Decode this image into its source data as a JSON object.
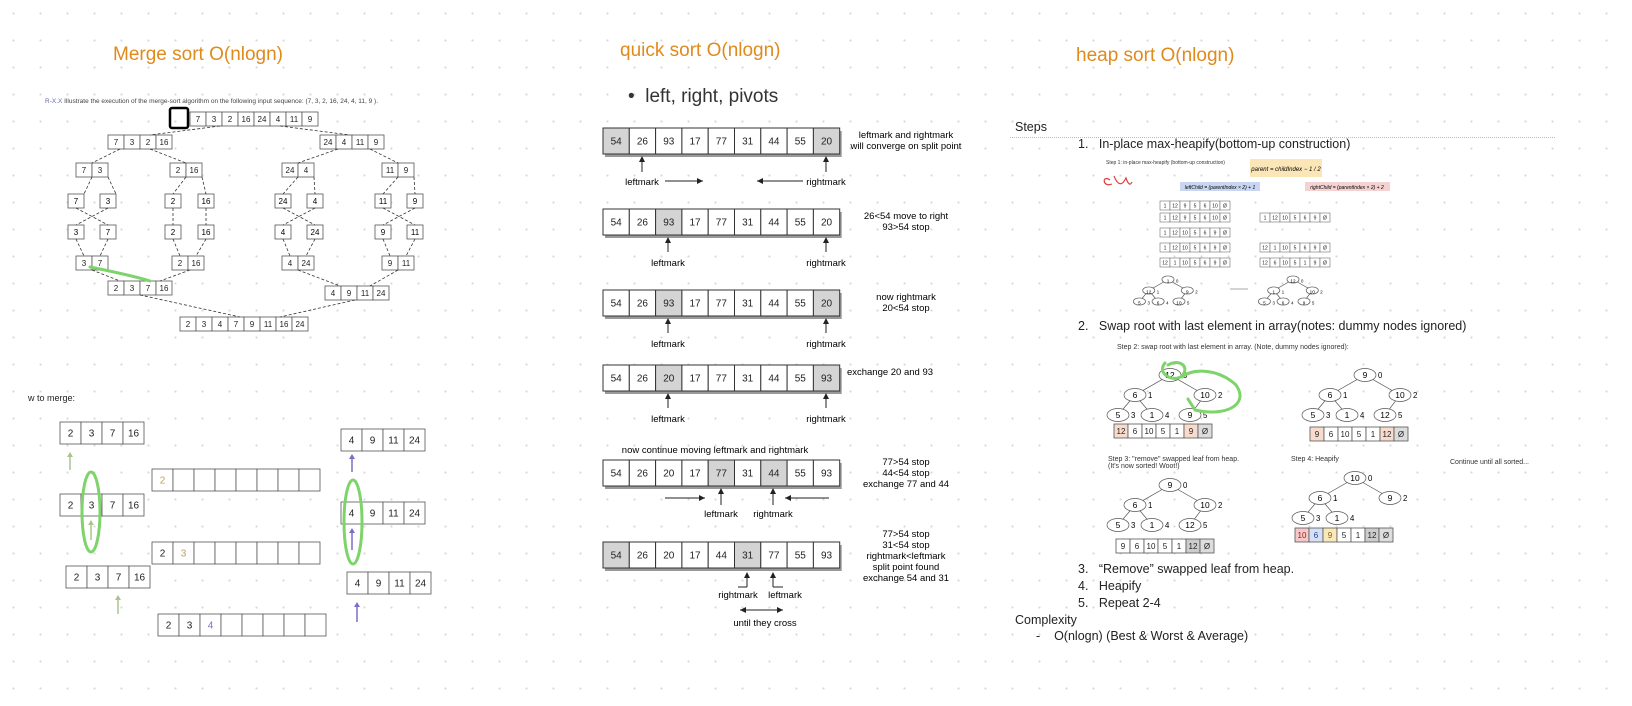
{
  "merge": {
    "title": "Merge sort O(nlogn)",
    "caption_id": "R-X.X",
    "caption": "Illustrate the execution of the merge-sort algorithm on the following input sequence: (7, 3, 2, 16, 24, 4, 11, 9 ).",
    "tree": {
      "root": [
        "7",
        "3",
        "2",
        "16",
        "24",
        "4",
        "11",
        "9"
      ],
      "left_half": [
        "7",
        "3",
        "2",
        "16"
      ],
      "right_half": [
        "24",
        "4",
        "11",
        "9"
      ],
      "quarters": [
        [
          "7",
          "3"
        ],
        [
          "2",
          "16"
        ],
        [
          "24",
          "4"
        ],
        [
          "11",
          "9"
        ]
      ],
      "singles": [
        "7",
        "3",
        "2",
        "16",
        "24",
        "4",
        "11",
        "9"
      ],
      "singles2": [
        "3",
        "7",
        "2",
        "16",
        "4",
        "24",
        "9",
        "11"
      ],
      "pairs_sorted": [
        [
          "3",
          "7"
        ],
        [
          "2",
          "16"
        ],
        [
          "4",
          "24"
        ],
        [
          "9",
          "11"
        ]
      ],
      "halves_sorted": [
        [
          "2",
          "3",
          "7",
          "16"
        ],
        [
          "4",
          "9",
          "11",
          "24"
        ]
      ],
      "final": [
        "2",
        "3",
        "4",
        "7",
        "9",
        "11",
        "16",
        "24"
      ]
    },
    "howto_label": "w to merge:",
    "merge_rows": {
      "left": [
        "2",
        "3",
        "7",
        "16"
      ],
      "right": [
        "4",
        "9",
        "11",
        "24"
      ],
      "out1": [
        "2",
        "",
        "",
        "",
        "",
        "",
        "",
        ""
      ],
      "out2": [
        "2",
        "3",
        "",
        "",
        "",
        "",
        "",
        ""
      ],
      "out3": [
        "2",
        "3",
        "4",
        "",
        "",
        "",
        "",
        ""
      ]
    }
  },
  "quick": {
    "title": "quick sort O(nlogn)",
    "bullet": "left, right, pivots",
    "rows": [
      {
        "values": [
          "54",
          "26",
          "93",
          "17",
          "77",
          "31",
          "44",
          "55",
          "20"
        ],
        "note": "leftmark and rightmark\nwill converge on split point",
        "labels": [
          "leftmark",
          "rightmark"
        ]
      },
      {
        "values": [
          "54",
          "26",
          "93",
          "17",
          "77",
          "31",
          "44",
          "55",
          "20"
        ],
        "note": "26<54 move to right\n93>54 stop",
        "labels": [
          "leftmark",
          "rightmark"
        ]
      },
      {
        "values": [
          "54",
          "26",
          "93",
          "17",
          "77",
          "31",
          "44",
          "55",
          "20"
        ],
        "note": "now rightmark\n20<54 stop",
        "labels": [
          "leftmark",
          "rightmark"
        ]
      },
      {
        "values": [
          "54",
          "26",
          "20",
          "17",
          "77",
          "31",
          "44",
          "55",
          "93"
        ],
        "note": "exchange 20 and 93",
        "labels": [
          "leftmark",
          "rightmark"
        ]
      },
      {
        "values": [
          "54",
          "26",
          "20",
          "17",
          "77",
          "31",
          "44",
          "55",
          "93"
        ],
        "note": "77>54 stop\n44<54 stop\nexchange 77 and 44",
        "labels": [
          "leftmark",
          "rightmark"
        ]
      },
      {
        "values": [
          "54",
          "26",
          "20",
          "17",
          "44",
          "31",
          "77",
          "55",
          "93"
        ],
        "note": "77>54 stop\n31<54 stop\nrightmark<leftmark\nsplit point found\nexchange 54 and 31",
        "labels": [
          "rightmark",
          "leftmark"
        ]
      }
    ],
    "continue_text": "now continue moving leftmark and rightmark",
    "cross_text": "until they cross"
  },
  "heap": {
    "title": "heap sort O(nlogn)",
    "steps_label": "Steps",
    "step1": "In-place max-heapify(bottom-up construction)",
    "step1_caption": "Step 1: in-place max-heapify (bottom-up construction)",
    "step2": "Swap root with last element in array(notes: dummy nodes ignored)",
    "step2_caption": "Step 2: swap root with last element in array. (Note, dummy nodes ignored):",
    "step3_caption": "Step 3: \"remove\" swapped leaf from heap.\n(It's now sorted! Woot!)",
    "step4_caption": "Step 4: Heapify",
    "continue_caption": "Continue until all sorted...",
    "step3": "“Remove” swapped leaf from heap.",
    "step4": "Heapify",
    "step5": "Repeat 2-4",
    "complexity_label": "Complexity",
    "complexity_item": "O(nlogn) (Best & Worst & Average)",
    "arr_a": [
      "12",
      "6",
      "10",
      "5",
      "1",
      "9",
      "Ø"
    ],
    "arr_b": [
      "9",
      "6",
      "10",
      "5",
      "1",
      "12",
      "Ø"
    ],
    "arr_c": [
      "9",
      "6",
      "10",
      "5",
      "1",
      "12",
      "Ø"
    ],
    "arr_d": [
      "10",
      "6",
      "9",
      "5",
      "1",
      "12",
      "Ø"
    ]
  }
}
